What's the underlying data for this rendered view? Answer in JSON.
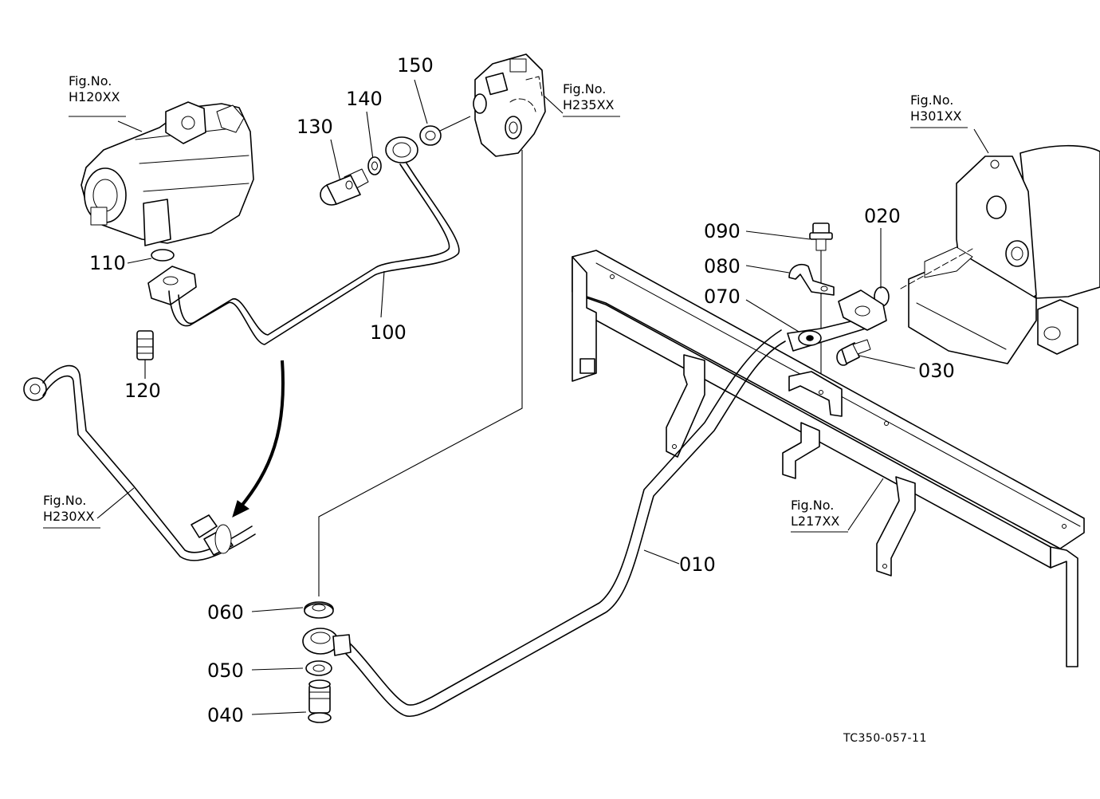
{
  "diagram": {
    "drawing_code": "TC350-057-11",
    "part_labels": {
      "p010": "010",
      "p020": "020",
      "p030": "030",
      "p040": "040",
      "p050": "050",
      "p060": "060",
      "p070": "070",
      "p080": "080",
      "p090": "090",
      "p100": "100",
      "p110": "110",
      "p120": "120",
      "p130": "130",
      "p140": "140",
      "p150": "150"
    },
    "figure_refs": {
      "h120": {
        "prefix": "Fig.No.",
        "code": "H120XX"
      },
      "h235": {
        "prefix": "Fig.No.",
        "code": "H235XX"
      },
      "h301": {
        "prefix": "Fig.No.",
        "code": "H301XX"
      },
      "h230": {
        "prefix": "Fig.No.",
        "code": "H230XX"
      },
      "l217": {
        "prefix": "Fig.No.",
        "code": "L217XX"
      }
    }
  }
}
